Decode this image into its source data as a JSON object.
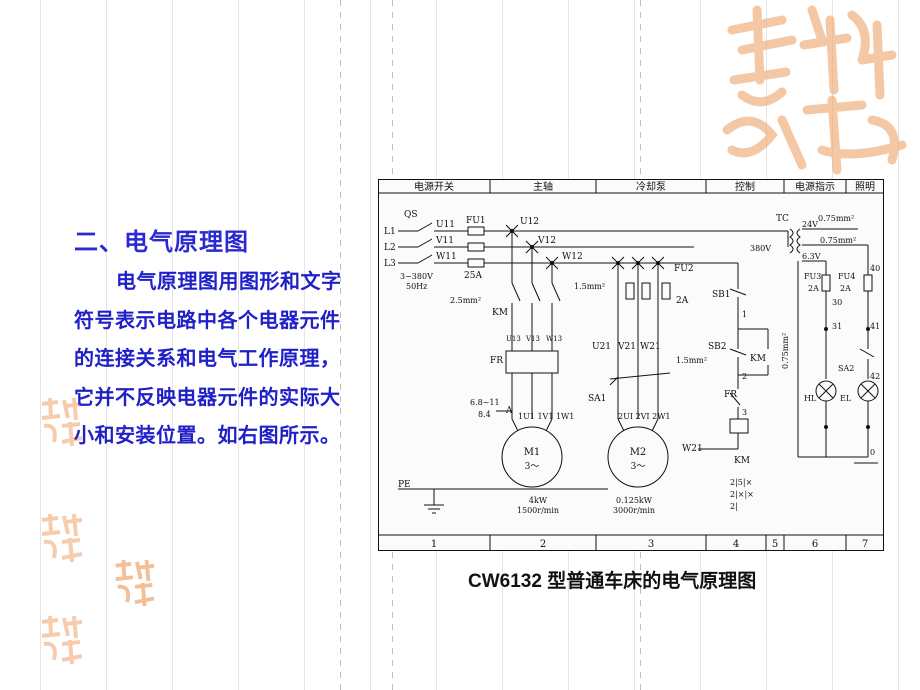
{
  "slide": {
    "heading": "二、电气原理图",
    "paragraph": "电气原理图用图形和文字符号表示电路中各个电器元件的连接关系和电气工作原理，它并不反映电器元件的实际大小和安装位置。如右图所示。",
    "caption": "CW6132 型普通车床的电气原理图"
  },
  "decoration": {
    "seal_color": "#f0a46a",
    "seal_icon": "auspicious-calligraphy-seal"
  },
  "diagram": {
    "header_cells": [
      "电源开关",
      "主轴",
      "冷却泵",
      "控制",
      "电源指示",
      "照明"
    ],
    "footer_cells": [
      "1",
      "2",
      "3",
      "4",
      "5",
      "6",
      "7"
    ],
    "labels": {
      "qs": "QS",
      "l1": "L1",
      "l2": "L2",
      "l3": "L3",
      "u11": "U11",
      "v11": "V11",
      "w11": "W11",
      "fu1": "FU1",
      "u12": "U12",
      "v12": "V12",
      "w12": "W12",
      "fu1_rating": "25A",
      "supply_voltage": "3~380V",
      "supply_freq": "50Hz",
      "wire_2_5": "2.5mm²",
      "wire_1_5a": "1.5mm²",
      "wire_1_5b": "1.5mm²",
      "km_main": "KM",
      "u13": "U13",
      "v13": "V13",
      "w13": "W13",
      "fr": "FR",
      "u21": "U21",
      "v21": "V21",
      "w21": "W21",
      "sa1": "SA1",
      "current_setting_top": "6.8~11",
      "current_setting_bottom": "8.4",
      "a_label": "A",
      "m1_terminals": "1U1 1V1 1W1",
      "m2_terminals": "2UI 2VI 2W1",
      "m1": "M1",
      "m1_phase": "3～",
      "m2": "M2",
      "m2_phase": "3～",
      "m1_power": "4kW",
      "m1_speed": "1500r/min",
      "m2_power": "0.125kW",
      "m2_speed": "3000r/min",
      "pe": "PE",
      "fu2": "FU2",
      "fu2_rating": "2A",
      "sb1": "SB1",
      "sb2": "SB2",
      "km_coil_contact": "KM",
      "fr_ctrl": "FR",
      "node_1": "1",
      "node_2": "2",
      "node_3": "3",
      "w21_ctrl": "W21",
      "km_coil": "KM",
      "wire_0_75_ctrl": "0.75mm²",
      "tc": "TC",
      "tc_primary": "380V",
      "tc_24v": "24V",
      "tc_6v": "6.3V",
      "wire_0_75_top": "0.75mm²",
      "wire_0_75_mid": "0.75mm²",
      "fu3": "FU3",
      "fu3_rating": "2A",
      "fu4": "FU4",
      "fu4_rating": "2A",
      "n30": "30",
      "n40": "40",
      "n31": "31",
      "n41": "41",
      "sa2": "SA2",
      "n42": "42",
      "hl": "HL",
      "el": "EL",
      "n0": "0",
      "contact_table": [
        "2|5|×",
        "2|×|×",
        "2|"
      ]
    }
  }
}
